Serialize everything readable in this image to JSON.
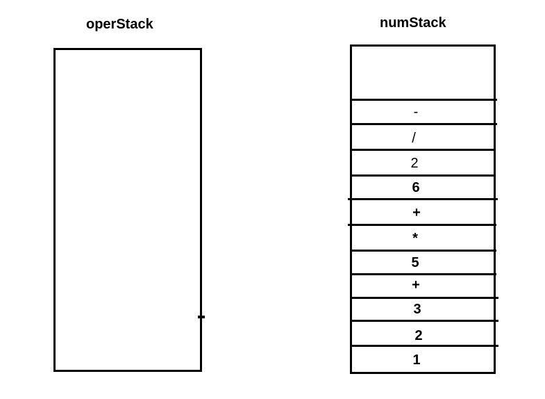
{
  "oper_stack": {
    "title": "operStack",
    "items": []
  },
  "num_stack": {
    "title": "numStack",
    "items": [
      "-",
      "/",
      "2",
      "6",
      "+",
      "*",
      "5",
      "+",
      "3",
      "2",
      "1"
    ]
  }
}
